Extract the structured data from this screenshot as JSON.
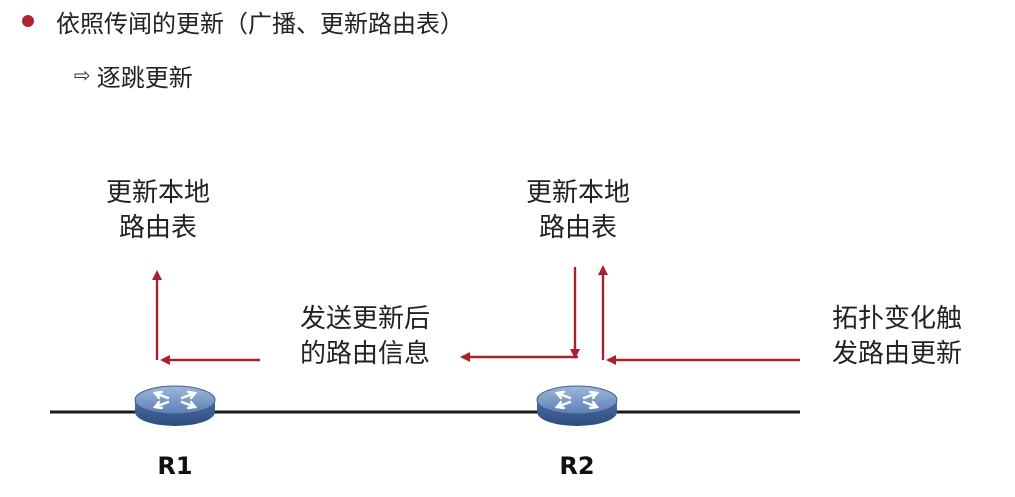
{
  "bullet": {
    "text": "依照传闻的更新（广播、更新路由表）"
  },
  "subpoint": {
    "arrow": "⇨",
    "text": "逐跳更新"
  },
  "diagram": {
    "r1_update_line1": "更新本地",
    "r1_update_line2": "路由表",
    "r2_update_line1": "更新本地",
    "r2_update_line2": "路由表",
    "send_line1": "发送更新后",
    "send_line2": "的路由信息",
    "trigger_line1": "拓扑变化触",
    "trigger_line2": "发路由更新",
    "routers": [
      {
        "name": "R1",
        "icon": "router-icon"
      },
      {
        "name": "R2",
        "icon": "router-icon"
      }
    ],
    "colors": {
      "arrow": "#a8222d",
      "bullet": "#b0262e",
      "router_top": "#6d8fbf",
      "router_side": "#3d5f93"
    }
  }
}
